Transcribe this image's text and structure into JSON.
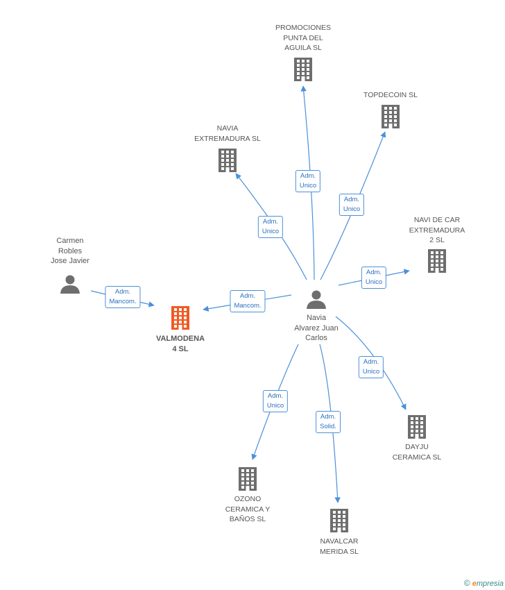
{
  "colors": {
    "edge": "#4a90d9",
    "company": "#6e6e6e",
    "focus_company": "#f05a24",
    "person": "#6e6e6e"
  },
  "nodes": [
    {
      "id": "valmodena",
      "type": "company",
      "focus": true,
      "label": "VALMODENA\n4 SL",
      "icon": "building-icon"
    },
    {
      "id": "carmen",
      "type": "person",
      "label": "Carmen\nRobles\nJose Javier",
      "icon": "person-icon"
    },
    {
      "id": "navia",
      "type": "person",
      "label": "Navia\nAlvarez Juan\nCarlos",
      "icon": "person-icon"
    },
    {
      "id": "promociones",
      "type": "company",
      "label": "PROMOCIONES\nPUNTA DEL\nAGUILA SL",
      "icon": "building-icon"
    },
    {
      "id": "topdecoin",
      "type": "company",
      "label": "TOPDECOIN SL",
      "icon": "building-icon"
    },
    {
      "id": "navia_ext",
      "type": "company",
      "label": "NAVIA\nEXTREMADURA SL",
      "icon": "building-icon"
    },
    {
      "id": "navi_de_car",
      "type": "company",
      "label": "NAVI DE CAR\nEXTREMADURA\n2 SL",
      "icon": "building-icon"
    },
    {
      "id": "dayju",
      "type": "company",
      "label": "DAYJU\nCERAMICA SL",
      "icon": "building-icon"
    },
    {
      "id": "navalcar",
      "type": "company",
      "label": "NAVALCAR\nMERIDA SL",
      "icon": "building-icon"
    },
    {
      "id": "ozono",
      "type": "company",
      "label": "OZONO\nCERAMICA Y\nBAÑOS SL",
      "icon": "building-icon"
    }
  ],
  "edges": [
    {
      "from": "carmen",
      "to": "valmodena",
      "label": "Adm.\nMancom."
    },
    {
      "from": "navia",
      "to": "valmodena",
      "label": "Adm.\nMancom."
    },
    {
      "from": "navia",
      "to": "promociones",
      "label": "Adm.\nUnico"
    },
    {
      "from": "navia",
      "to": "topdecoin",
      "label": "Adm.\nUnico"
    },
    {
      "from": "navia",
      "to": "navia_ext",
      "label": "Adm.\nUnico"
    },
    {
      "from": "navia",
      "to": "navi_de_car",
      "label": "Adm.\nUnico"
    },
    {
      "from": "navia",
      "to": "dayju",
      "label": "Adm.\nUnico"
    },
    {
      "from": "navia",
      "to": "navalcar",
      "label": "Adm.\nSolid."
    },
    {
      "from": "navia",
      "to": "ozono",
      "label": "Adm.\nUnico"
    }
  ],
  "footer": {
    "copyright": "©",
    "brand_initial": "e",
    "brand_rest": "mpresia"
  }
}
